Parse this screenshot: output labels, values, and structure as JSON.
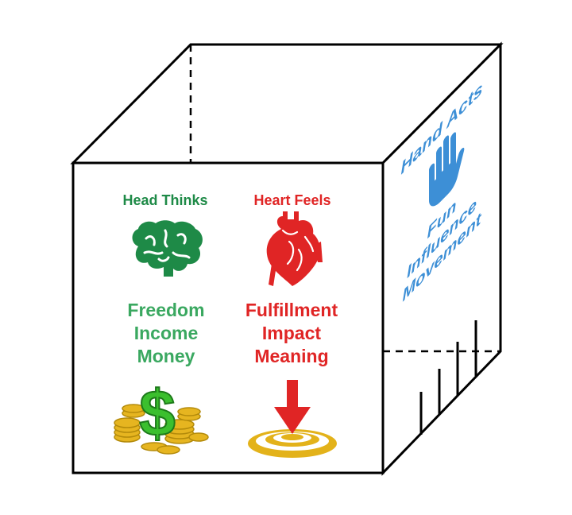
{
  "head": {
    "title": "Head Thinks",
    "items": [
      "Freedom",
      "Income",
      "Money"
    ],
    "color": "#1e8a47",
    "item_color": "#3aa860",
    "icon": "brain-icon",
    "bottom_icon": "dollar-coins-icon"
  },
  "heart": {
    "title": "Heart Feels",
    "items": [
      "Fulfillment",
      "Impact",
      "Meaning"
    ],
    "color": "#e02525",
    "icon": "heart-organ-icon",
    "bottom_icon": "target-arrow-icon"
  },
  "hand": {
    "title": "Hand Acts",
    "items": [
      "Fun",
      "Influence",
      "Movement"
    ],
    "color": "#3d8fd6",
    "icon": "hand-icon"
  }
}
